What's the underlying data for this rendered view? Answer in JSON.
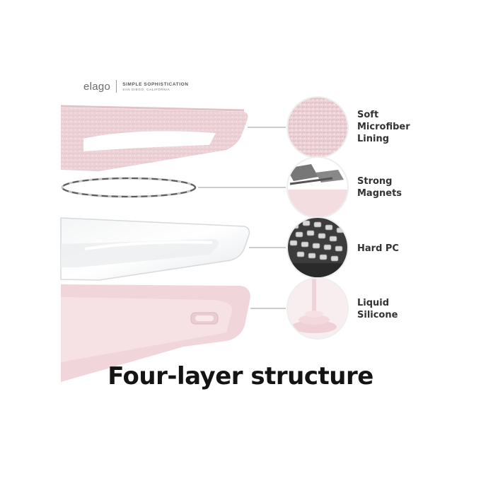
{
  "brand": {
    "name": "elago",
    "tagline": "SIMPLE SOPHISTICATION",
    "location": "SAN DIEGO, CALIFORNIA"
  },
  "layers": [
    {
      "lines": [
        "Soft",
        "Microfiber",
        "Lining"
      ],
      "icon": "microfiber-texture-icon"
    },
    {
      "lines": [
        "Strong",
        "Magnets"
      ],
      "icon": "magnet-ring-icon"
    },
    {
      "lines": [
        "Hard PC"
      ],
      "icon": "pc-pellets-icon"
    },
    {
      "lines": [
        "Liquid",
        "Silicone"
      ],
      "icon": "liquid-silicone-icon"
    }
  ],
  "headline": "Four-layer structure",
  "colors": {
    "pink": "#f0d8dc",
    "pink_light": "#f7e6e9",
    "pink_dark": "#e6c4ca",
    "text": "#333333",
    "headline": "#141414"
  }
}
